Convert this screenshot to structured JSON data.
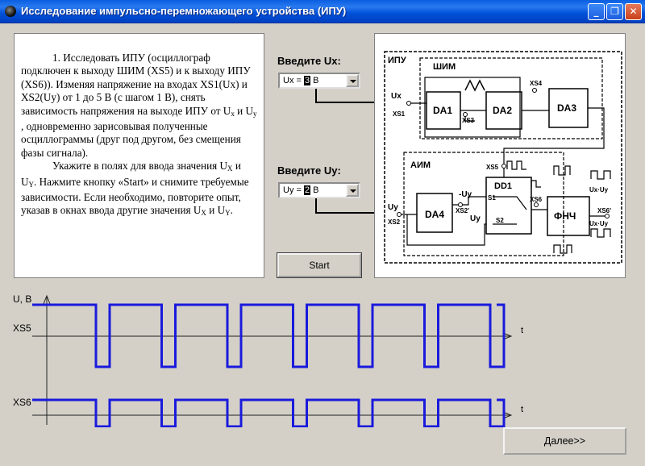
{
  "window": {
    "title": "Исследование импульсно-перемножающего устройства (ИПУ)"
  },
  "instructions": {
    "p1_a": "1. Исследовать ИПУ (осциллограф подключен к выходу ШИМ (XS5) и к выходу ИПУ (XS6)). Изменяя напряжение на входах XS1(Ux) и XS2(Uy) от 1 до 5 В (с шагом 1 В), снять зависимость напряжения на выходе ИПУ от U",
    "p1_sub1": "x",
    "p1_b": " и U",
    "p1_sub2": "y",
    "p1_c": " , одновременно зарисовывая полученные осциллограммы (друг под другом, без смещения фазы сигнала).",
    "p2_a": "Укажите в полях для ввода значения U",
    "p2_sub1": "X",
    "p2_b": " и U",
    "p2_sub2": "Y",
    "p2_c": ". Нажмите кнопку «Start» и снимите требуемые зависимости. Если необходимо, повторите опыт, указав в окнах ввода другие значения U",
    "p2_sub3": "X",
    "p2_d": " и U",
    "p2_sub4": "Y",
    "p2_e": "."
  },
  "ux": {
    "label": "Введите Ux:",
    "prefix": "Ux  =  ",
    "value": "3",
    "unit": "  В"
  },
  "uy": {
    "label": "Введите Uy:",
    "prefix": "Uy  =  ",
    "value": "2",
    "unit": "  В"
  },
  "buttons": {
    "start": "Start",
    "next": "Далее>>"
  },
  "scheme": {
    "ipu": "ИПУ",
    "shim": "ШИМ",
    "aim": "АИМ",
    "ux": "Ux",
    "xs1": "XS1",
    "da1": "DA1",
    "da2": "DA2",
    "da3": "DA3",
    "xs3": "XS3",
    "xs4": "XS4",
    "xs5": "XS5",
    "dd1": "DD1",
    "s1": "S1",
    "s2": "S2",
    "uy": "Uy",
    "xs2": "XS2",
    "da4": "DA4",
    "neg_uy": "-Uy",
    "xs2p": "XS2'",
    "uy2": "Uy",
    "xs6": "XS6",
    "xs6p": "XS6'",
    "fnch": "ФНЧ",
    "uxuy1": "Ux·Uy",
    "uxuy2": "Ux·Uy"
  },
  "waveform": {
    "y_axis": "U, В",
    "xs5": "XS5",
    "xs6": "XS6",
    "t1": "t",
    "t2": "t"
  },
  "colors": {
    "signal": "#1a1adc",
    "axis": "#202020"
  }
}
